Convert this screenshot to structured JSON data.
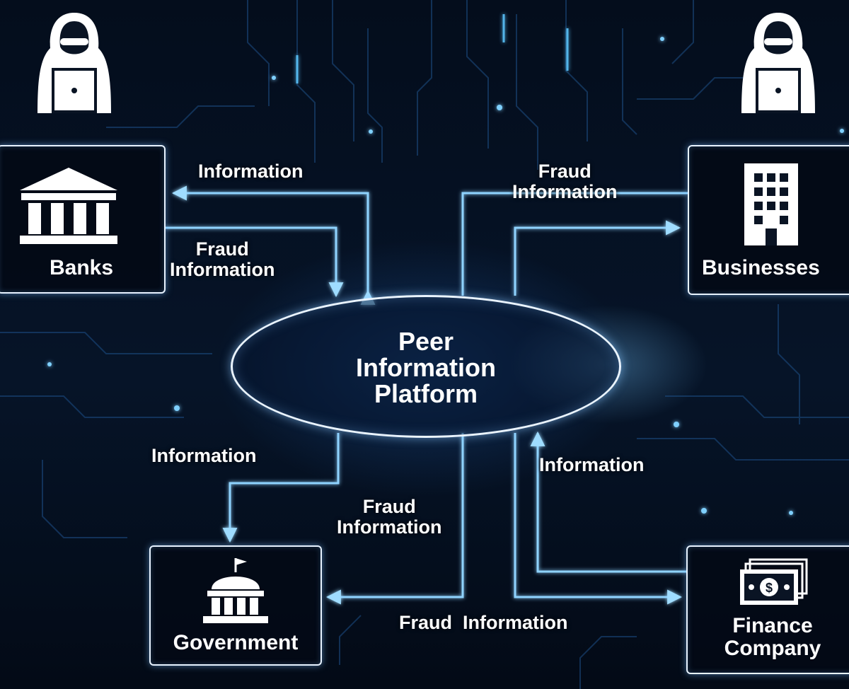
{
  "nodes": {
    "banks": "Banks",
    "businesses": "Businesses",
    "government": "Government",
    "finance_line1": "Finance",
    "finance_line2": "Company"
  },
  "platform": {
    "line1": "Peer",
    "line2": "Information",
    "line3": "Platform"
  },
  "labels": {
    "information": "Information",
    "fraud": "Fraud",
    "fraud_information": "Fraud  Information"
  },
  "colors": {
    "background": "#030a16",
    "accent": "#5cc6ff",
    "line": "#8fd3ff",
    "box_border": "#e8f3ff"
  },
  "icons": [
    "hacker-icon",
    "bank-icon",
    "office-building-icon",
    "capitol-icon",
    "money-stack-icon"
  ]
}
